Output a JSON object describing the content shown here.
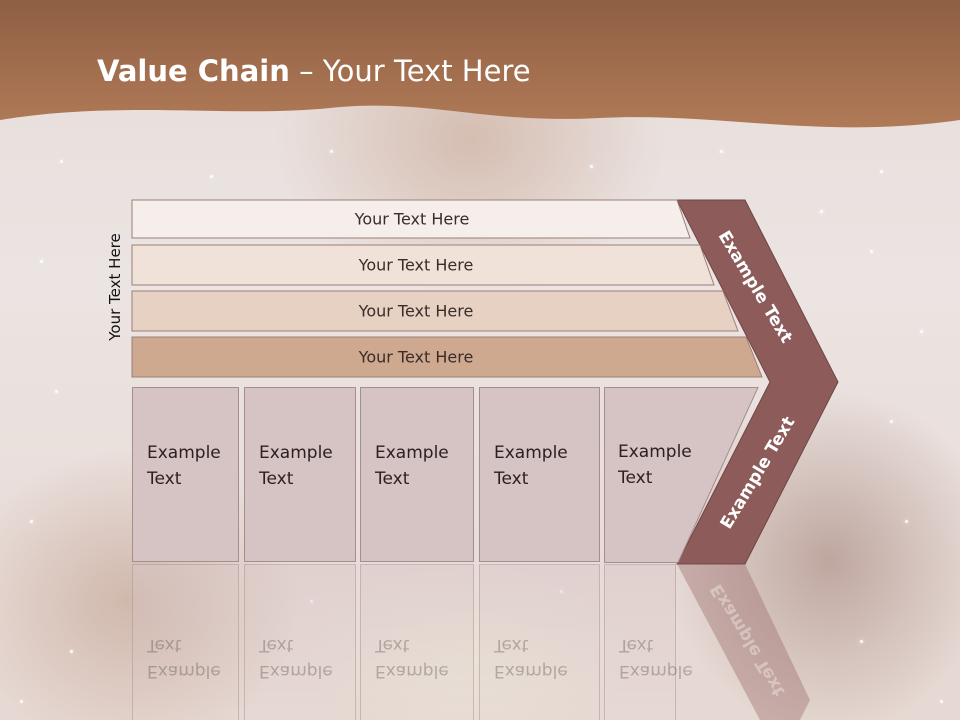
{
  "slide": {
    "title_bold": "Value Chain",
    "title_rest": " – Your Text Here",
    "vertical_label": "Your Text Here",
    "rows": [
      {
        "label": "Your Text Here"
      },
      {
        "label": "Your Text Here"
      },
      {
        "label": "Your Text Here"
      },
      {
        "label": "Your Text Here"
      }
    ],
    "cards": [
      {
        "line1": "Example",
        "line2": "Text"
      },
      {
        "line1": "Example",
        "line2": "Text"
      },
      {
        "line1": "Example",
        "line2": "Text"
      },
      {
        "line1": "Example",
        "line2": "Text"
      },
      {
        "line1": "Example",
        "line2": "Text"
      }
    ],
    "chevron_upper": "Example Text",
    "chevron_lower": "Example Text"
  },
  "colors": {
    "header": "#a8704c",
    "chevron": "#8e5b5b",
    "card": "#d6c3c4",
    "row_1": "#f6eeea",
    "row_2": "#f0e1d9",
    "row_3": "#e6d1c3",
    "row_4": "#cfa98f"
  }
}
